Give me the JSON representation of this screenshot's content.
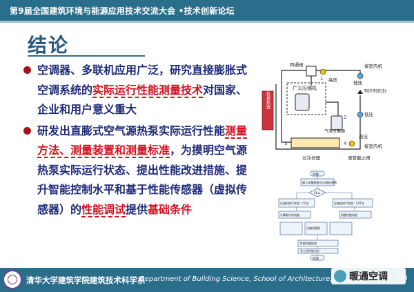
{
  "header": {
    "title": "第9届全国建筑环境与能源应用技术交流大会 •技术创新论坛"
  },
  "slide": {
    "title": "结论",
    "bullets": [
      {
        "segments": [
          {
            "text": "空调器、多联机应用广泛，研究直接膨胀式空调系统的",
            "style": "normal"
          },
          {
            "text": "实际运行性能测量技术",
            "style": "underline"
          },
          {
            "text": "对国家、企业和用户意义重大",
            "style": "normal"
          }
        ]
      },
      {
        "segments": [
          {
            "text": "研发出直膨式空气源热泵实际运行性能",
            "style": "normal"
          },
          {
            "text": "测量方法、测量装置和测量标准",
            "style": "underline"
          },
          {
            "text": "，为摸明空气源热泵实际运行状态、提出性能改进措施、提升智能控制水平和基于性能传感器（虚拟传感器）的",
            "style": "normal"
          },
          {
            "text": "性能调试",
            "style": "underline"
          },
          {
            "text": "提供",
            "style": "normal"
          },
          {
            "text": "基础条件",
            "style": "red"
          }
        ]
      }
    ]
  },
  "diagram": {
    "labels": {
      "four_way_valve": "四通阀",
      "high_pressure": "高压",
      "low_pressure_top": "低压",
      "low_pressure_right": "低压",
      "to_indoor_top": "接室内机",
      "to_indoor_bottom": "接室内机",
      "compressor": "广义压缩机",
      "outdoor_hx": "室外机换热器",
      "refrigerant_valve": "制冷剂充注阀",
      "gas_liquid_sep": "气液分离器",
      "subcooler": "过冷却器",
      "liquid_valve": "液管截止阀",
      "point_1": "1",
      "point_2": "2",
      "point_3": "3",
      "point_4": "4",
      "high_pressure_bottom": "高压"
    }
  },
  "flowchart": {
    "boxes": [
      "开始",
      "输入测量数据与压缩机参数",
      "Ch≥",
      "压缩机吸气状态：CS法",
      "计算制冷剂流量",
      "压缩机排气状态：CAT法",
      "测量性能流程",
      "压缩机模型",
      "性能测量结果",
      "多工况性能分析",
      "结束"
    ]
  },
  "footer": {
    "institution_cn": "清华大学建筑学院建筑技术科学系",
    "institution_en": "Department of Building Science, School of Architecture, Tsinghua University",
    "page_number": "53"
  },
  "watermark": {
    "text": "暖通空调"
  },
  "colors": {
    "header": "#2b6e8c",
    "title": "#2a5780",
    "body_text": "#1e2a78",
    "accent_red": "#d4101f"
  }
}
